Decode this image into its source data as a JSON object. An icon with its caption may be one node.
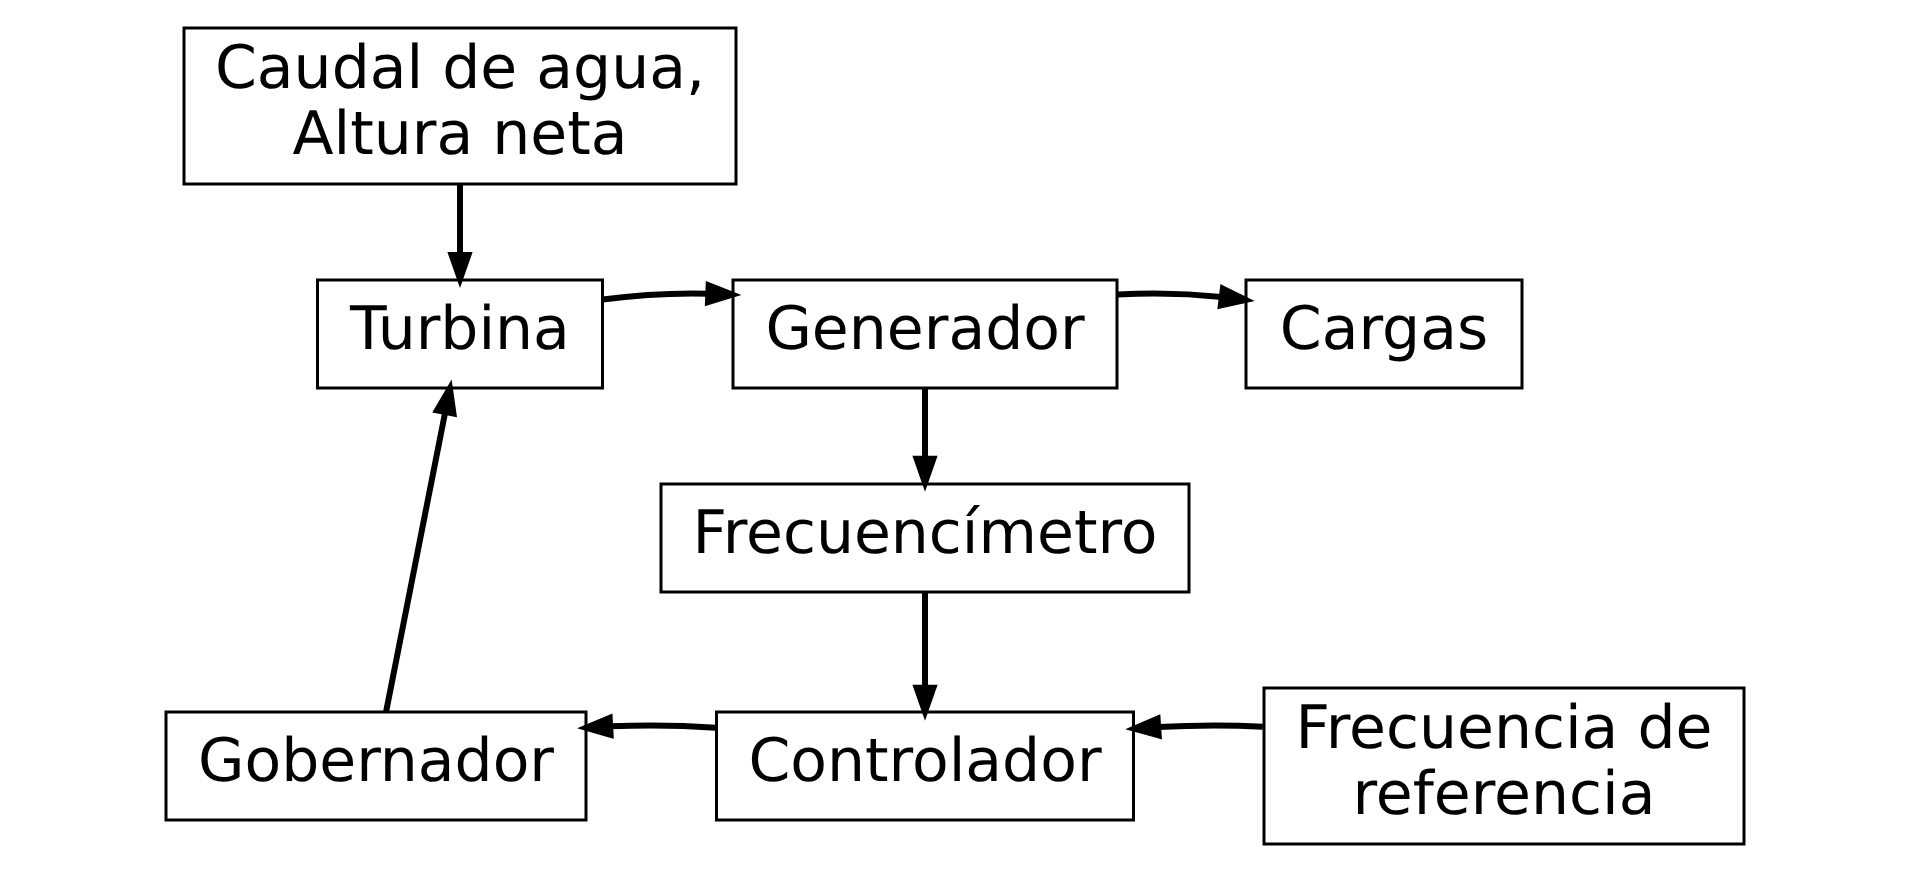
{
  "diagram": {
    "nodes": [
      {
        "text": [
          "Caudal de agua, Altura neta"
        ]
      },
      {
        "text": [
          "Turbina"
        ]
      },
      {
        "text": [
          "Generador"
        ]
      },
      {
        "text": [
          "Cargas"
        ]
      },
      {
        "text": [
          "Frecuencímetro"
        ]
      },
      {
        "text": [
          "Gobernador"
        ]
      },
      {
        "text": [
          "Controlador"
        ]
      },
      {
        "text": [
          "Frecuencia de referencia"
        ]
      }
    ],
    "edges": [
      {
        "from": 0,
        "to": 1,
        "arrow": "to"
      },
      {
        "from": 1,
        "to": 2,
        "arrow": "to"
      },
      {
        "from": 2,
        "to": 3,
        "arrow": "to"
      },
      {
        "from": 2,
        "to": 4,
        "arrow": "to"
      },
      {
        "from": 4,
        "to": 6,
        "arrow": "to"
      },
      {
        "from": 6,
        "to": 5,
        "arrow": "to"
      },
      {
        "from": 5,
        "to": 1,
        "arrow": "to"
      },
      {
        "from": 7,
        "to": 6,
        "arrow": "to"
      }
    ]
  }
}
